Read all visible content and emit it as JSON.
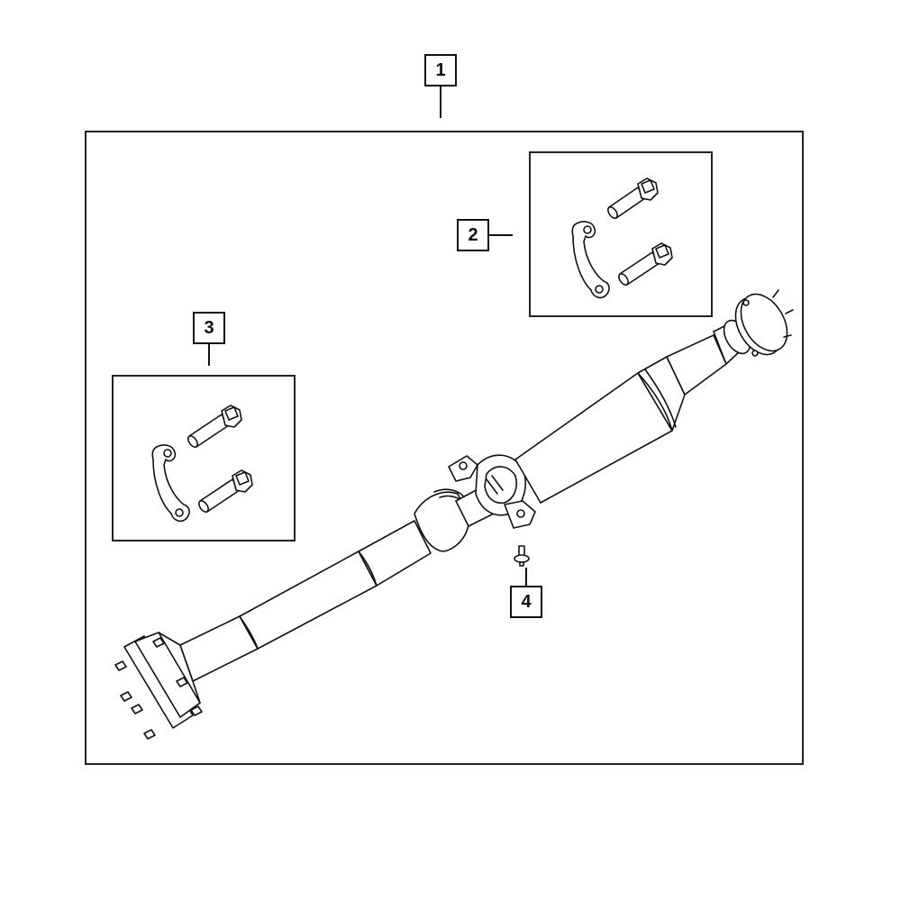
{
  "diagram": {
    "type": "exploded parts diagram",
    "subject": "Drive shaft assembly",
    "callouts": [
      {
        "id": "1",
        "label": "1",
        "refers_to": "drive-shaft-assembly"
      },
      {
        "id": "2",
        "label": "2",
        "refers_to": "bolt-and-retainer-kit-front"
      },
      {
        "id": "3",
        "label": "3",
        "refers_to": "bolt-and-retainer-kit-rear"
      },
      {
        "id": "4",
        "label": "4",
        "refers_to": "center-bearing-bolt"
      }
    ],
    "colors": {
      "line": "#111111",
      "background": "#ffffff"
    }
  }
}
